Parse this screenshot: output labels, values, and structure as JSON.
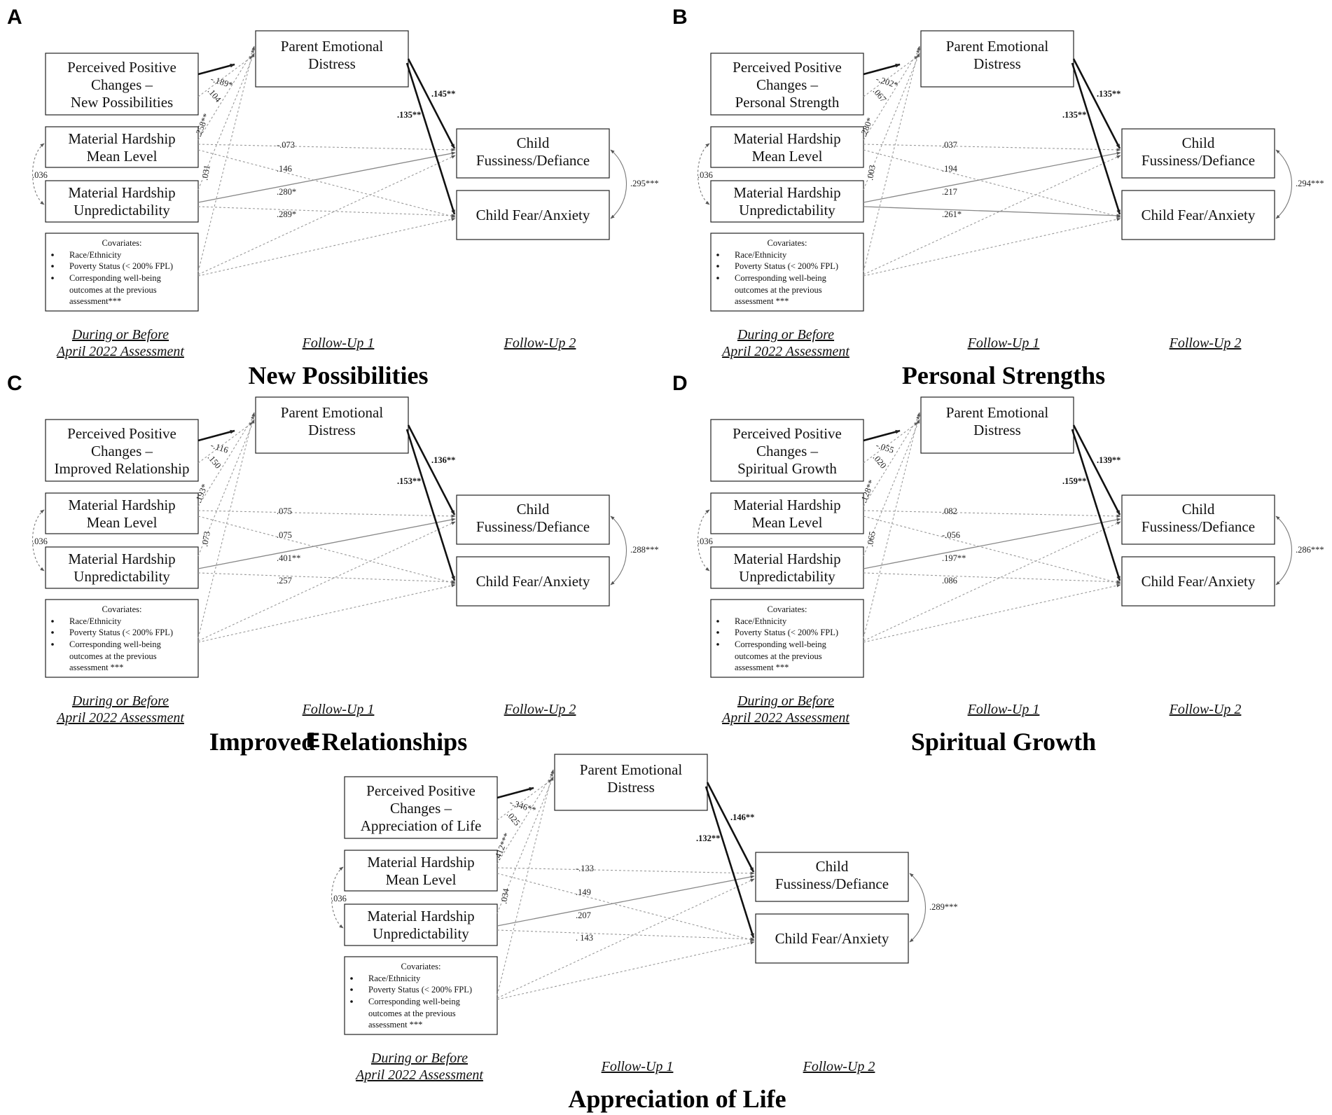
{
  "labels": {
    "parent": [
      "Parent Emotional",
      "Distress"
    ],
    "mean": [
      "Material Hardship",
      "Mean Level"
    ],
    "unpred": [
      "Material Hardship",
      "Unpredictability"
    ],
    "fuss": [
      "Child",
      "Fussiness/Defiance"
    ],
    "fear": [
      "Child Fear/Anxiety"
    ],
    "cov_head": "Covariates:",
    "cov_items": [
      "Race/Ethnicity",
      "Poverty Status (< 200% FPL)",
      "Corresponding well-being",
      "outcomes at the previous"
    ],
    "time_baseline": [
      "During or Before",
      "April 2022 Assessment"
    ],
    "time_fu1": "Follow-Up 1",
    "time_fu2": "Follow-Up 2"
  },
  "panels": [
    {
      "letter": "A",
      "title": "New Possibilities",
      "perceived": [
        "Perceived Positive",
        "Changes –",
        "New Possibilities"
      ],
      "cov_last": "assessment***",
      "coef": {
        "ppc_ped": "-.189*",
        "ppc_fuss": ".104",
        "mean_ped": ".258**",
        "unpred_ped": ".031",
        "mean_fuss": "-.073",
        "mean_fear": ".146",
        "unpred_fuss": ".280*",
        "unpred_fear": ".289*",
        "ped_fuss": ".145**",
        "ped_fear": ".135**",
        "cov_mh": ".036",
        "cov_child": ".295***"
      }
    },
    {
      "letter": "B",
      "title": "Personal Strengths",
      "perceived": [
        "Perceived Positive",
        "Changes –",
        "Personal Strength"
      ],
      "cov_last": "assessment ***",
      "coef": {
        "ppc_ped": "-.202*",
        "ppc_fuss": ".067",
        "mean_ped": ".280*",
        "unpred_ped": ".003",
        "mean_fuss": ".037",
        "mean_fear": ".194",
        "unpred_fuss": ".217",
        "unpred_fear": ".261*",
        "ped_fuss": ".135**",
        "ped_fear": ".135**",
        "cov_mh": ".036",
        "cov_child": ".294***"
      }
    },
    {
      "letter": "C",
      "title": "Improved Relationships",
      "perceived": [
        "Perceived Positive",
        "Changes –",
        "Improved Relationship"
      ],
      "cov_last": "assessment ***",
      "coef": {
        "ppc_ped": "-.116",
        "ppc_fuss": ".150",
        "mean_ped": ".193*",
        "unpred_ped": ".073",
        "mean_fuss": ".075",
        "mean_fear": ".075",
        "unpred_fuss": ".401**",
        "unpred_fear": ".257",
        "ped_fuss": ".136**",
        "ped_fear": ".153**",
        "cov_mh": ".036",
        "cov_child": ".288***"
      }
    },
    {
      "letter": "D",
      "title": "Spiritual Growth",
      "perceived": [
        "Perceived Positive",
        "Changes –",
        "Spiritual Growth"
      ],
      "cov_last": "assessment ***",
      "coef": {
        "ppc_ped": "-.055",
        "ppc_fuss": ".020",
        "mean_ped": ".128**",
        "unpred_ped": ".065",
        "mean_fuss": ".082",
        "mean_fear": "-.056",
        "unpred_fuss": ".197**",
        "unpred_fear": ".086",
        "ped_fuss": ".139**",
        "ped_fear": ".159**",
        "cov_mh": ".036",
        "cov_child": ".286***"
      }
    },
    {
      "letter": "E",
      "title": "Appreciation of Life",
      "perceived": [
        "Perceived Positive",
        "Changes –",
        "Appreciation of Life"
      ],
      "cov_last": "assessment ***",
      "coef": {
        "ppc_ped": "-.346**",
        "ppc_fuss": ".025",
        "mean_ped": ".412***",
        "unpred_ped": ".034",
        "mean_fuss": "-.133",
        "mean_fear": ".149",
        "unpred_fuss": ".207",
        "unpred_fear": ". 143",
        "ped_fuss": ".146**",
        "ped_fear": ".132**",
        "cov_mh": ".036",
        "cov_child": ".289***"
      }
    }
  ]
}
